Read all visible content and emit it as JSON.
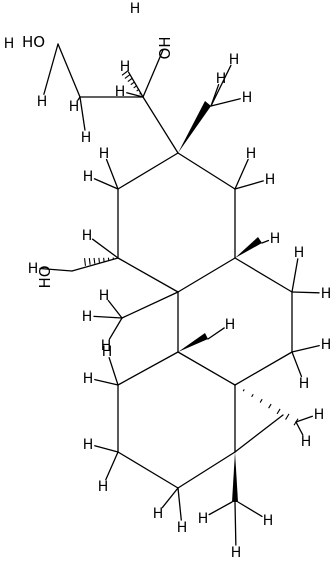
{
  "molecule": {
    "atom_labels": {
      "hydroxyl_top": "OH",
      "hydroxyl_left": "HO",
      "hydroxyl_ring": "HO"
    },
    "hydrogen_symbol": "H"
  },
  "colors": {
    "ink": "#000000",
    "background": "#ffffff"
  }
}
